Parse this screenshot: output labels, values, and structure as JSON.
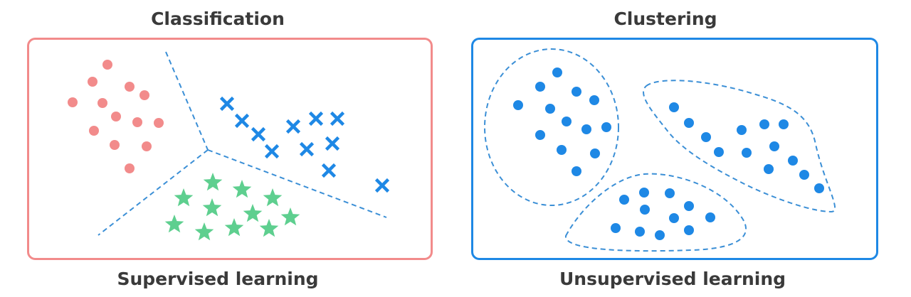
{
  "left": {
    "title": "Classification",
    "caption": "Supervised learning",
    "border_color": "#f28b8b",
    "dot_color": "#f28b8b",
    "cross_color": "#1e88e5",
    "star_color": "#5ecf8f",
    "boundary_color": "#3b8fd6"
  },
  "right": {
    "title": "Clustering",
    "caption": "Unsupervised learning",
    "border_color": "#1e88e5",
    "dot_color": "#1e88e5",
    "outline_color": "#3b8fd6"
  }
}
